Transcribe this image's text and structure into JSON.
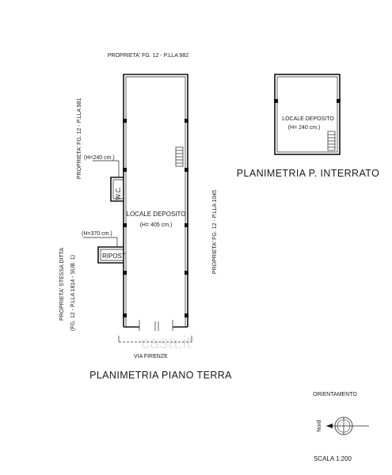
{
  "labels": {
    "top_neighbor": "PROPRIETA' FG. 12 - P.LLA 982",
    "left_neighbor_upper": "PROPRIETA' FG. 12 - P.LLA 981",
    "right_neighbor": "PROPRIETA' FG. 12 - P.LLA 1045",
    "left_neighbor_lower_1": "PROPRIETA' STESSA DITTA",
    "left_neighbor_lower_2": "(FG. 12 - P.LLA 1814 - SUB. 1)",
    "wc_height": "(H=240 cm.)",
    "wc": "W.C.",
    "main_room": "LOCALE  DEPOSITO",
    "main_room_height": "(H= 405 cm.)",
    "ripost_height": "(H=370 cm.)",
    "ripost": "RIPOST.",
    "street": "VIA FIRENZE",
    "ground_floor_title": "PLANIMETRIA  PIANO  TERRA",
    "basement_room": "LOCALE  DEPOSITO",
    "basement_room_height": "(H= 240 cm.)",
    "basement_title": "PLANIMETRIA  P.  INTERRATO",
    "orientation_title": "ORIENTAMENTO",
    "north": "Nord",
    "scale": "SCALA  1:200",
    "watermark": "casa.it"
  }
}
